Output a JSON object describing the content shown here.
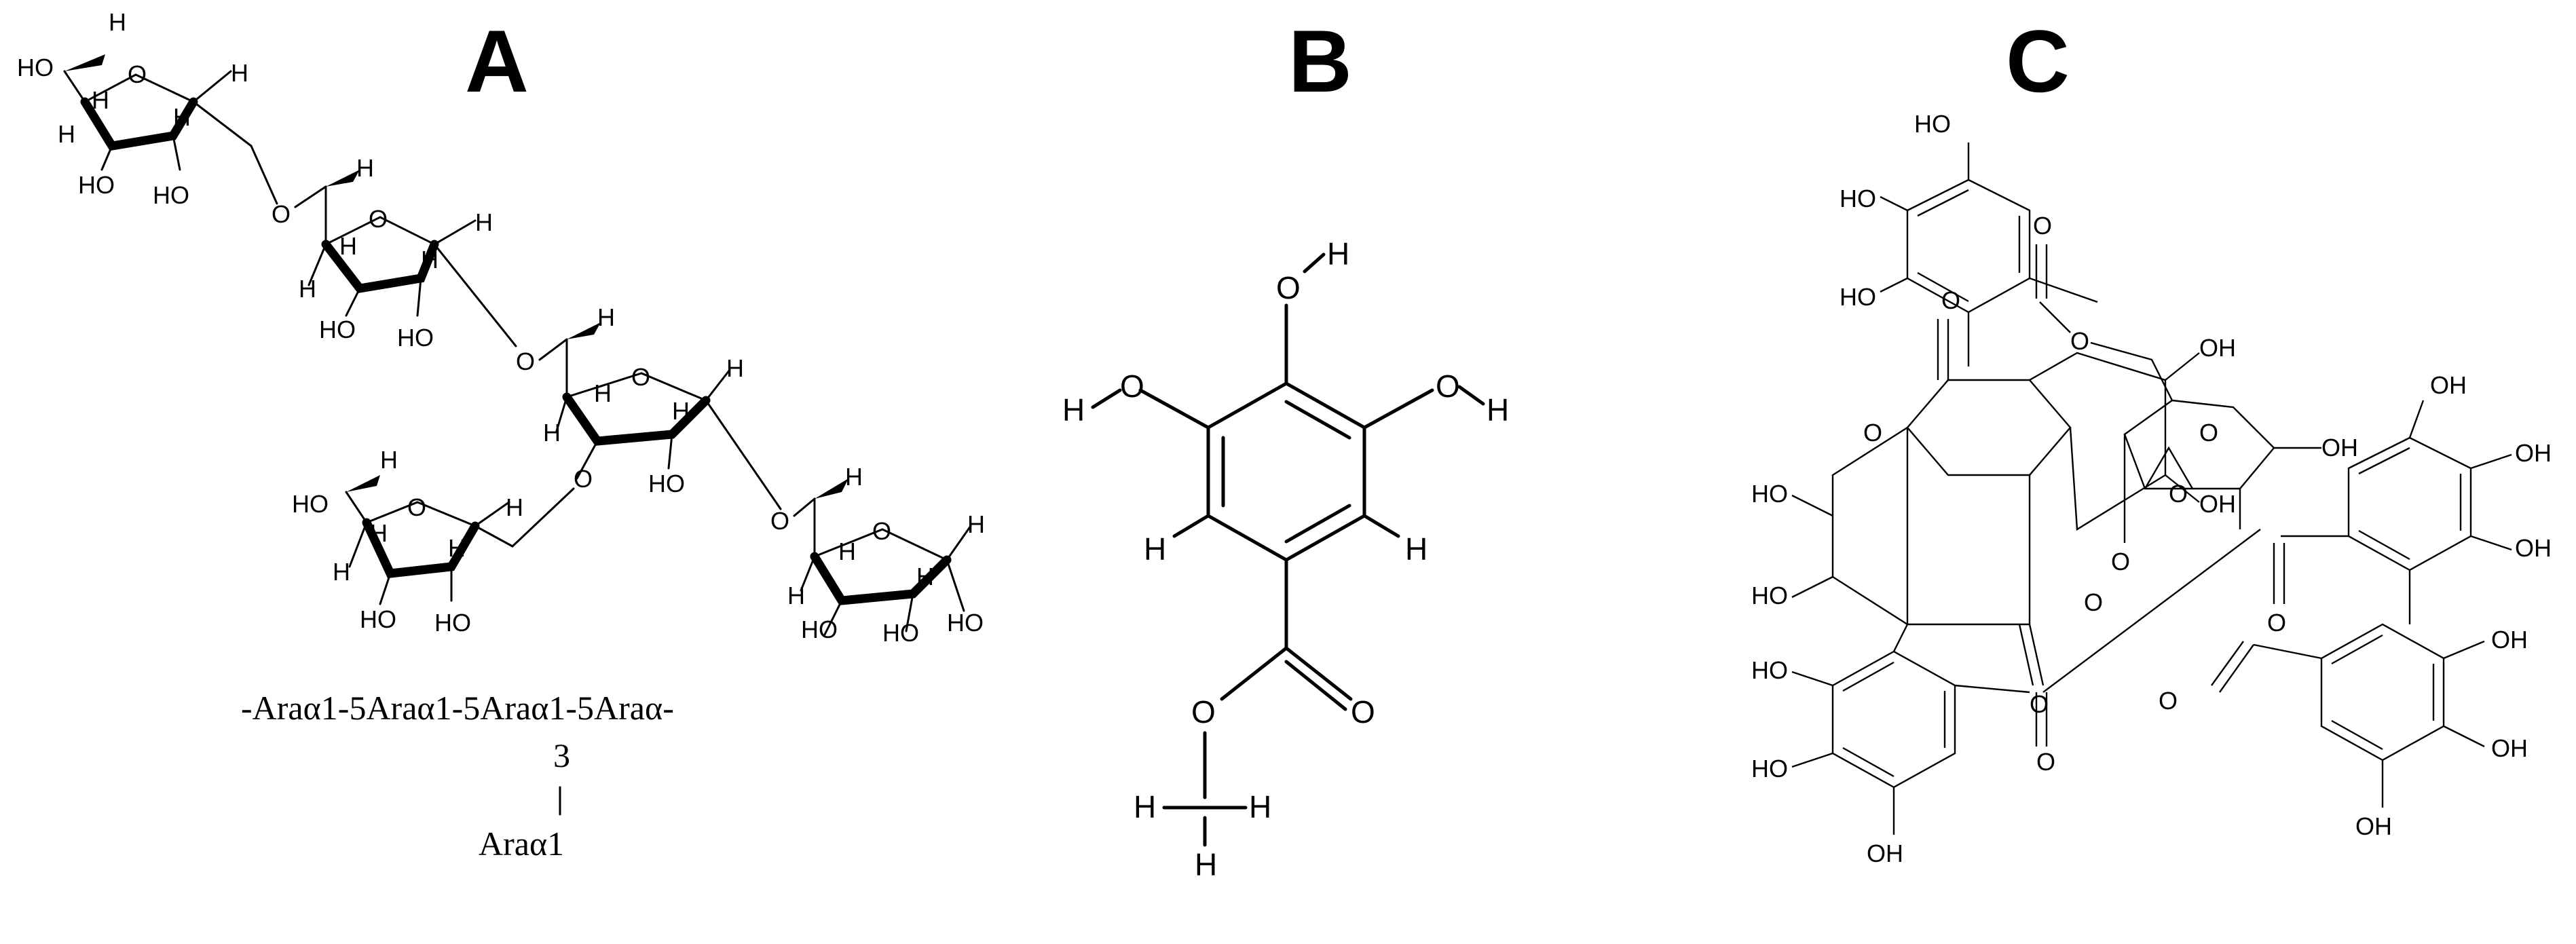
{
  "panels": {
    "a": {
      "label": "A",
      "sequence_line": "-Araα1-5Araα1-5Araα1-5Araα-",
      "branch_position": "3",
      "branch_residue": "Araα1"
    },
    "b": {
      "label": "B"
    },
    "c": {
      "label": "C"
    }
  },
  "atom_labels": {
    "O": "O",
    "H": "H",
    "HO": "HO",
    "OH": "OH"
  }
}
